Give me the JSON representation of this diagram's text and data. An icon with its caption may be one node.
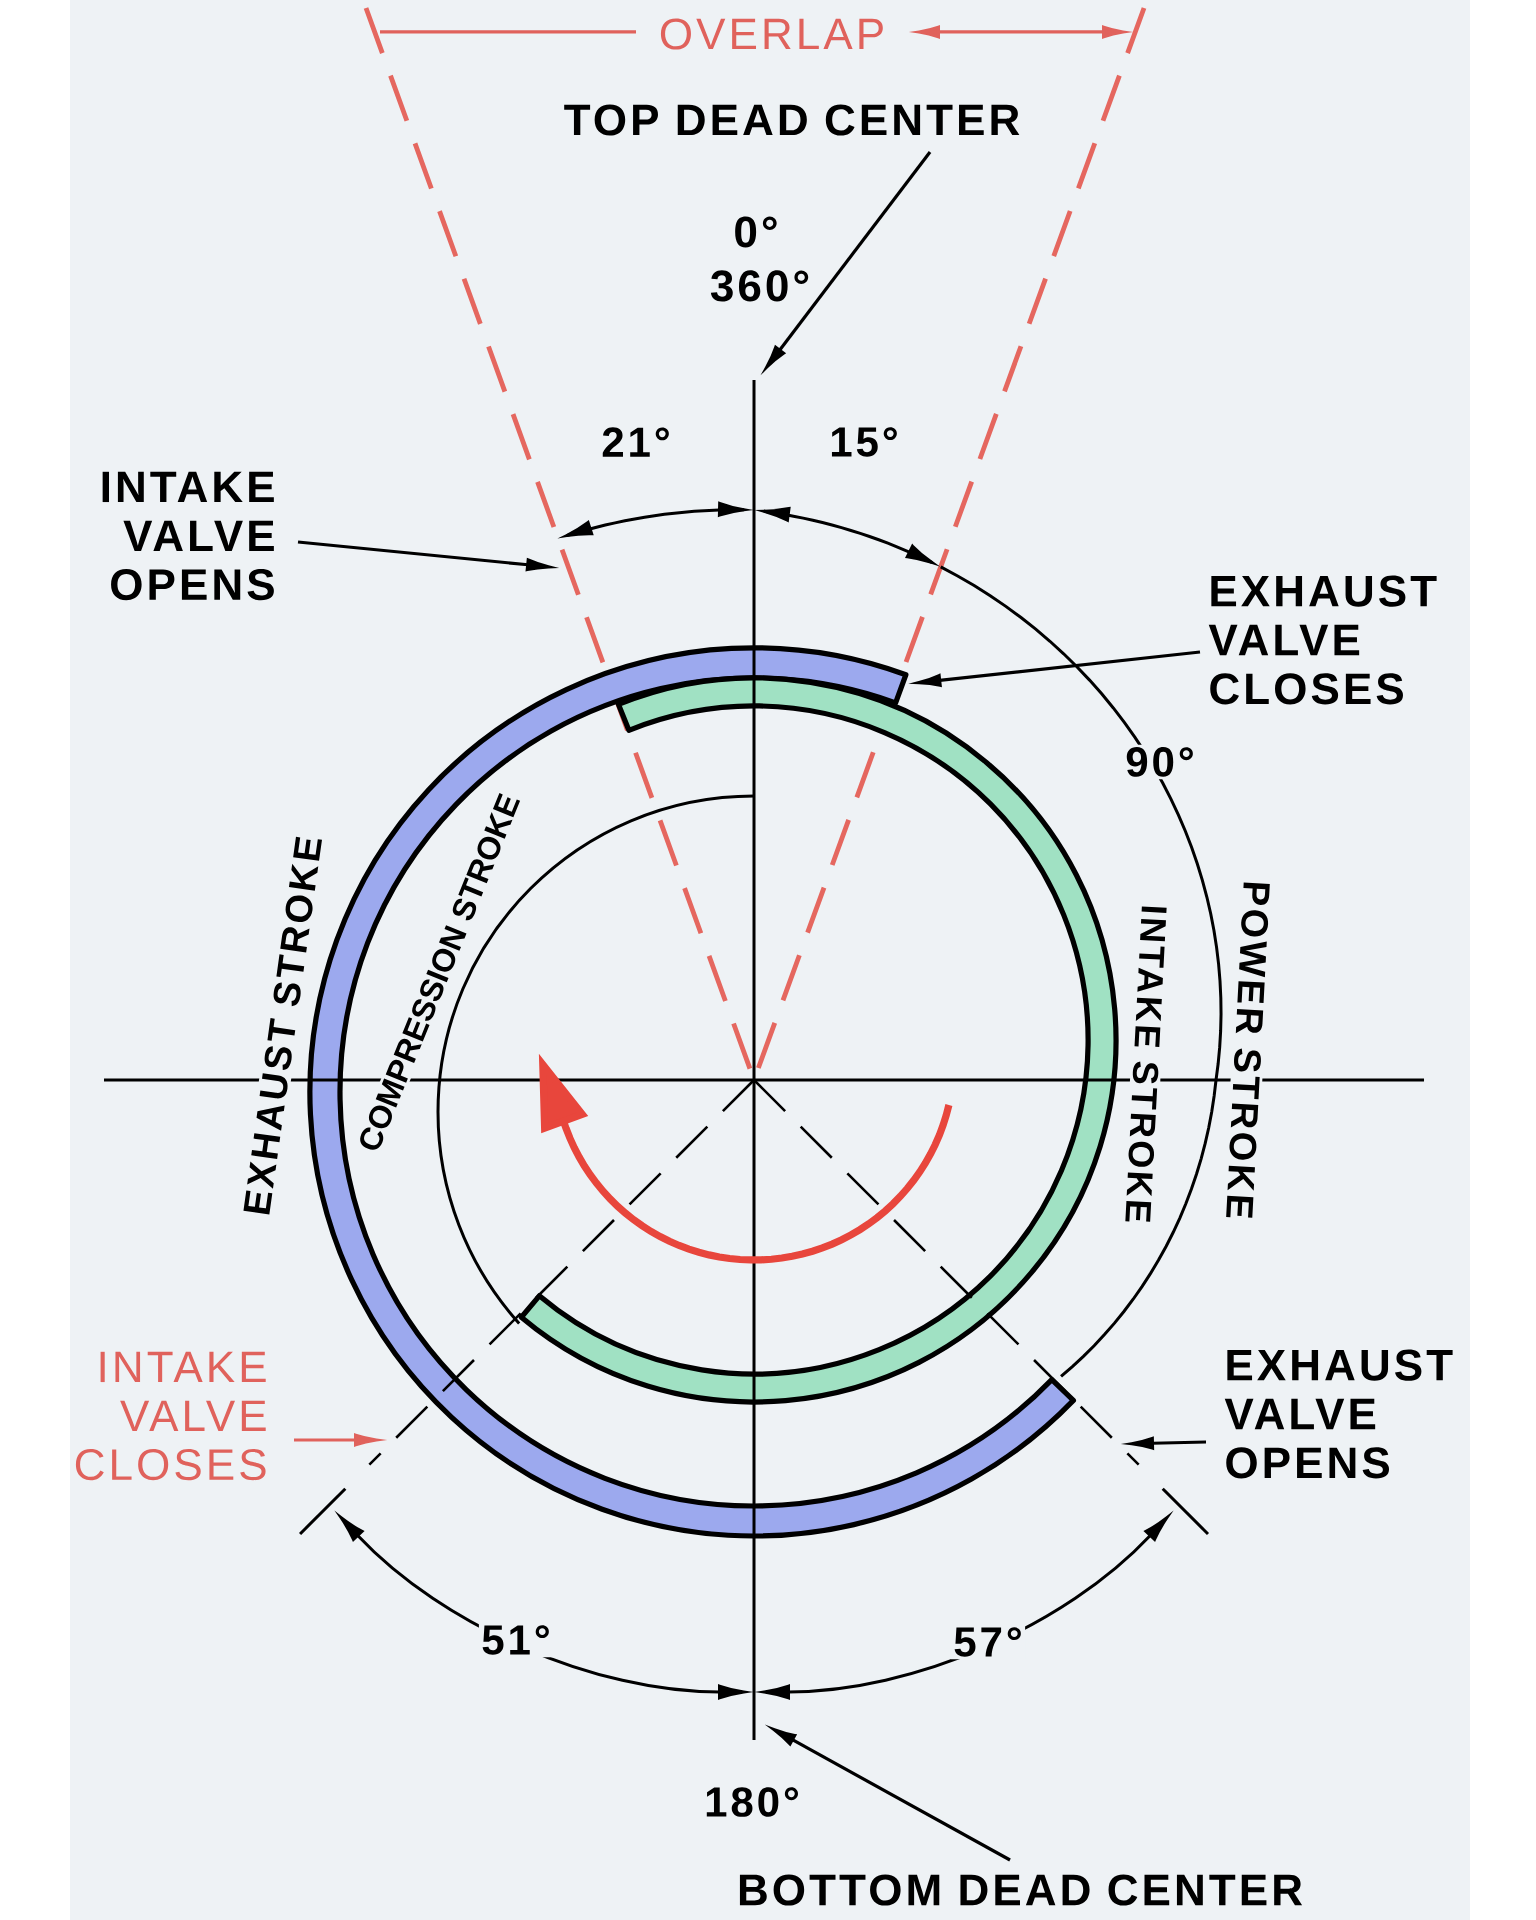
{
  "diagram": {
    "nodes": [
      {
        "text": [
          "TOP DEAD CENTER"
        ]
      },
      {
        "text": [
          "INTAKE VALVE OPENS"
        ]
      },
      {
        "text": [
          "EXHAUST VALVE CLOSES"
        ]
      },
      {
        "text": [
          "INTAKE VALVE CLOSES"
        ]
      },
      {
        "text": [
          "EXHAUST VALVE OPENS"
        ]
      },
      {
        "text": [
          "BOTTOM DEAD CENTER"
        ]
      },
      {
        "text": [],
        "shape": "band"
      },
      {
        "text": [],
        "shape": "band"
      }
    ],
    "edges": [
      {
        "from": 0,
        "to": null,
        "arrow": "to"
      },
      {
        "from": 1,
        "to": null,
        "arrow": "to"
      },
      {
        "from": 2,
        "to": 6,
        "arrow": "to"
      },
      {
        "from": 3,
        "to": null,
        "arrow": "to",
        "color": "#e0625c"
      },
      {
        "from": 4,
        "to": null,
        "arrow": "to"
      },
      {
        "from": 5,
        "to": null,
        "arrow": "to"
      }
    ],
    "labels": [
      "OVERLAP",
      "0°",
      "360°",
      "21°",
      "15°",
      "90°",
      "EXHAUST STROKE",
      "COMPRESSION STROKE",
      "INTAKE STROKE",
      "POWER STROKE",
      "51°",
      "57°",
      "180°"
    ]
  }
}
